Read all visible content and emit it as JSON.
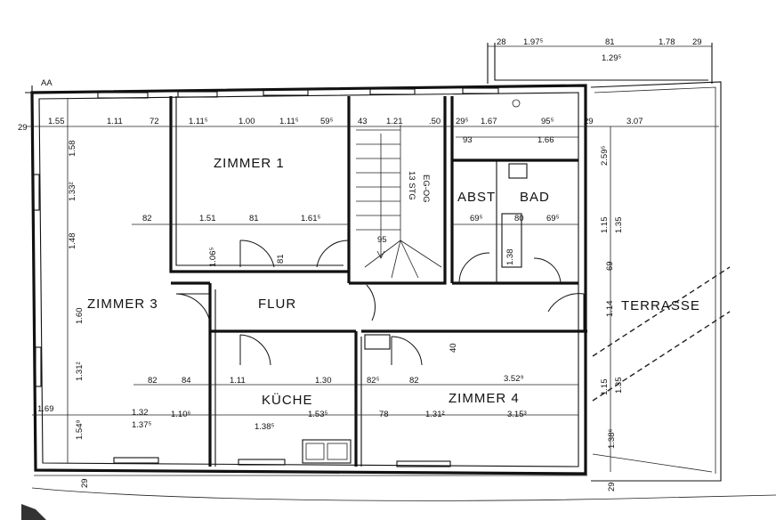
{
  "rooms": {
    "zimmer1": "ZIMMER 1",
    "zimmer3": "ZIMMER 3",
    "zimmer4": "ZIMMER 4",
    "flur": "FLUR",
    "kueche": "KÜCHE",
    "abst": "ABST",
    "bad": "BAD",
    "terrasse": "TERRASSE",
    "stair": "13 STG",
    "stair2": "EG-OG"
  },
  "dimensions": {
    "top_1": "1.55",
    "top_2": "1.11",
    "top_3": "72",
    "top_4": "1.11⁵",
    "top_5": "1.00",
    "top_6": "1.11⁵",
    "top_7": "59⁵",
    "top_8": "43",
    "top_9": "1.21",
    "top_10": ".50",
    "top_11": "29⁵",
    "top_12": "1.67",
    "top_13": "95⁵",
    "top_14": "29",
    "top_15": "3.07",
    "top_16": "93",
    "top_17": "1.66",
    "ext_1": "28",
    "ext_2": "1.97⁵",
    "ext_3": "81",
    "ext_4": "1.78",
    "ext_5": "1.29⁵",
    "ext_6": "29",
    "mid_1": "82",
    "mid_2": "1.51",
    "mid_3": "81",
    "mid_4": "1.61⁵",
    "mid_5": "95",
    "mid_6": "69⁵",
    "mid_7": "80",
    "mid_8": "69⁵",
    "low_1": "82",
    "low_2": "84",
    "low_3": "1.11",
    "low_4": "1.30",
    "low_5": "82⁵",
    "low_6": "82",
    "low_7": "3.52⁹",
    "bot_1": "1.69",
    "bot_2": "1.32",
    "bot_3": "1.37⁵",
    "bot_4": "1.10⁶",
    "bot_5": "1.53⁵",
    "bot_6": "1.38⁵",
    "bot_7": "78",
    "bot_8": "1.31²",
    "bot_9": "3.15³",
    "left_1": "1.58",
    "left_2": "1.33²",
    "left_3": "1.48",
    "left_4": "1.60",
    "left_5": "1.31²",
    "left_6": "1.54⁸",
    "right_1": "2.59⁵",
    "right_2": "1.15",
    "right_3": "1.35",
    "right_4": "69",
    "right_5": "1.14",
    "right_6": "1.15",
    "right_7": "1.35",
    "right_8": "1.38⁶",
    "misc_1": "1.38",
    "misc_2": "1.06⁵",
    "misc_3": "81",
    "misc_4": "40",
    "misc_5": "AA",
    "misc_6": "29",
    "misc_7": "29",
    "misc_8": "29"
  }
}
